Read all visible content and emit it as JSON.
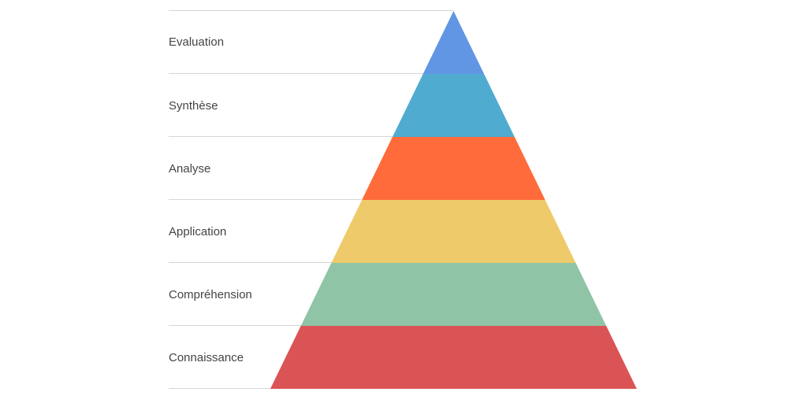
{
  "chart_data": {
    "type": "pyramid",
    "title": "",
    "levels_top_to_bottom": [
      "Evaluation",
      "Synthèse",
      "Analyse",
      "Application",
      "Compréhension",
      "Connaissance"
    ],
    "categories": [
      "Connaissance",
      "Compréhension",
      "Application",
      "Analyse",
      "Synthèse",
      "Evaluation"
    ],
    "values": [
      1,
      1,
      1,
      1,
      1,
      1
    ],
    "colors": {
      "Evaluation": "#6096e3",
      "Synthèse": "#50abd1",
      "Analyse": "#ff6b3a",
      "Application": "#eeca6a",
      "Compréhension": "#8fc4a6",
      "Connaissance": "#db5455"
    },
    "legend": "labels on left with separator lines",
    "grid": false
  },
  "labels": {
    "l0": "Evaluation",
    "l1": "Synthèse",
    "l2": "Analyse",
    "l3": "Application",
    "l4": "Compréhension",
    "l5": "Connaissance"
  }
}
